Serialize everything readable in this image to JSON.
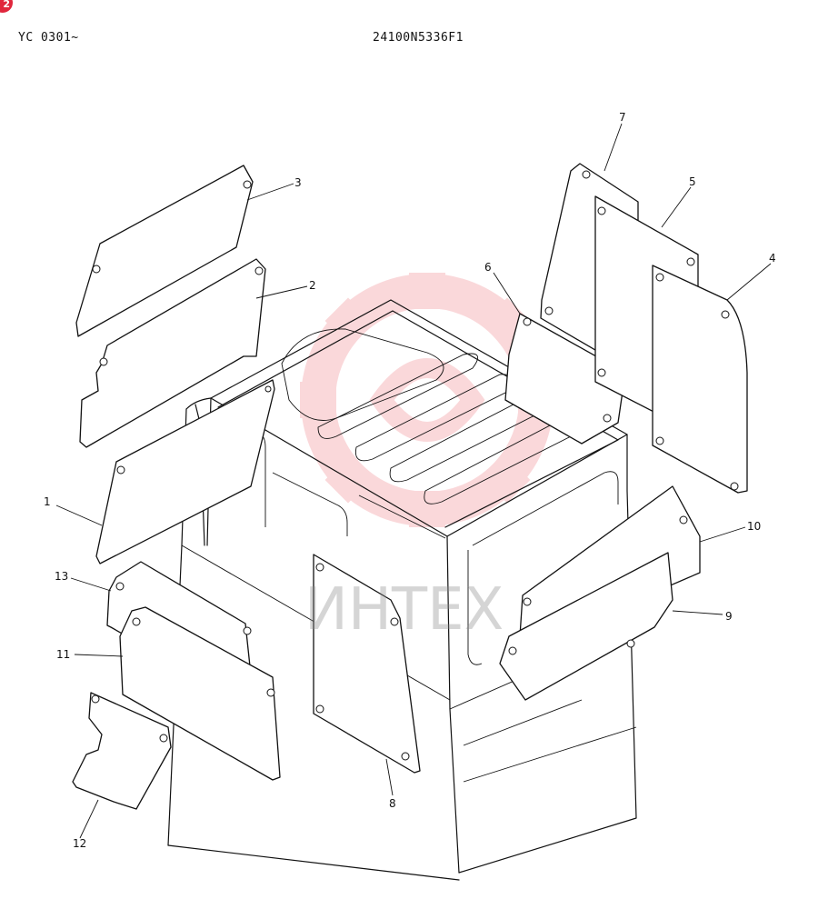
{
  "header": {
    "left_code": "YC 0301~",
    "right_code": "24100N5336F1"
  },
  "corner_badge": "2",
  "watermark": {
    "text": "ИНТЕХ",
    "color": "#f4a9ae"
  },
  "callouts": [
    {
      "id": "1",
      "label": "1"
    },
    {
      "id": "2",
      "label": "2"
    },
    {
      "id": "3",
      "label": "3"
    },
    {
      "id": "4",
      "label": "4"
    },
    {
      "id": "5",
      "label": "5"
    },
    {
      "id": "6",
      "label": "6"
    },
    {
      "id": "7",
      "label": "7"
    },
    {
      "id": "8",
      "label": "8"
    },
    {
      "id": "9",
      "label": "9"
    },
    {
      "id": "10",
      "label": "10"
    },
    {
      "id": "11",
      "label": "11"
    },
    {
      "id": "12",
      "label": "12"
    },
    {
      "id": "13",
      "label": "13"
    }
  ]
}
